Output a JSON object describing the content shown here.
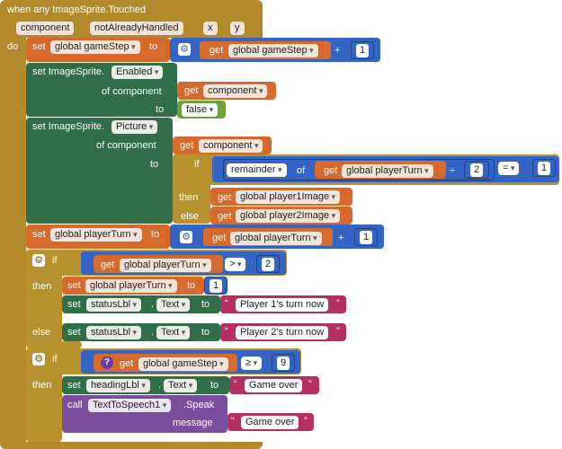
{
  "colors": {
    "event": "#b28a2c",
    "variable": "#d66a2c",
    "component": "#2f6e47",
    "logic": "#6da33b",
    "math": "#3565c4",
    "control": "#b8912f",
    "text": "#b52f63",
    "call": "#7c4f9e"
  },
  "event": {
    "title": "when any ImageSprite.Touched",
    "params": [
      "component",
      "notAlreadyHandled",
      "x",
      "y"
    ],
    "do_label": "do"
  },
  "b1": {
    "set": "set",
    "var": "global gameStep",
    "to": "to",
    "get": "get",
    "var2": "global gameStep",
    "op": "+",
    "n": "1"
  },
  "b2": {
    "set": "set ImageSprite.",
    "prop": "Enabled",
    "of_component": "of component",
    "get": "get",
    "comp": "component",
    "to": "to",
    "val": "false"
  },
  "b3": {
    "set": "set ImageSprite.",
    "prop": "Picture",
    "of_component": "of component",
    "get": "get",
    "comp": "component",
    "to": "to",
    "if": "if",
    "remainder": "remainder",
    "of": "of",
    "get2": "get",
    "var": "global playerTurn",
    "div": "÷",
    "n": "2",
    "eq": "=",
    "n2": "1",
    "then": "then",
    "then_get": "get",
    "then_var": "global player1Image",
    "else": "else",
    "else_get": "get",
    "else_var": "global player2Image"
  },
  "b4": {
    "set": "set",
    "var": "global playerTurn",
    "to": "to",
    "get": "get",
    "var2": "global playerTurn",
    "op": "+",
    "n": "1"
  },
  "if1": {
    "if": "if",
    "get": "get",
    "var": "global playerTurn",
    "op": ">",
    "n": "2",
    "then": "then",
    "set": "set",
    "svar": "global playerTurn",
    "to": "to",
    "sval": "1",
    "set2": "set",
    "comp": "statusLbl",
    "dot": ".",
    "prop": "Text",
    "to2": "to",
    "text1": "Player 1's turn now",
    "else": "else",
    "set3": "set",
    "comp3": "statusLbl",
    "dot3": ".",
    "prop3": "Text",
    "to3": "to",
    "text2": "Player 2's turn now"
  },
  "if2": {
    "if": "if",
    "get": "get",
    "var": "global gameStep",
    "op": "≥",
    "n": "9",
    "then": "then",
    "set": "set",
    "comp": "headingLbl",
    "dot": ".",
    "prop": "Text",
    "to": "to",
    "text1": "Game over",
    "call": "call",
    "callcomp": "TextToSpeech1",
    "method": ".Speak",
    "message": "message",
    "text2": "Game over"
  }
}
